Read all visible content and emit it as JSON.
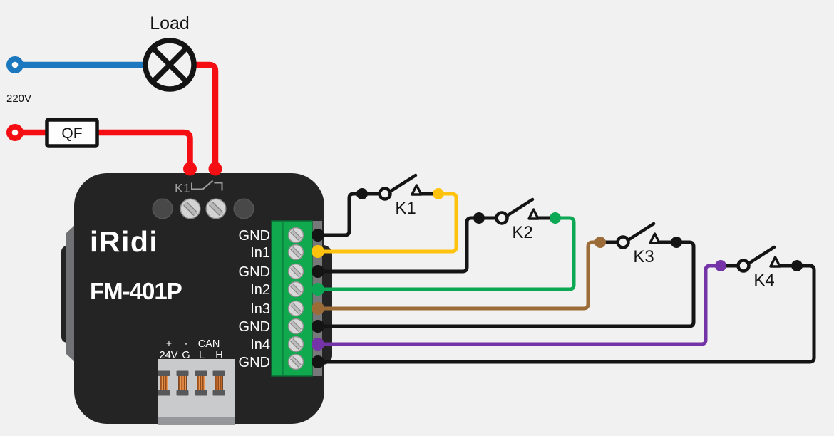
{
  "colors": {
    "black": "#141414",
    "red": "#f40d12",
    "blue": "#1b78bf",
    "yellow": "#ffc20d",
    "green": "#0ca853",
    "brown": "#9c6c38",
    "purple": "#7434a8",
    "terminal_green": "#10a94e",
    "device_body": "#242424"
  },
  "power": {
    "voltage": "220V",
    "load": "Load",
    "breaker": "QF"
  },
  "device": {
    "brand": "iRidi",
    "model": "FM-401P",
    "relay": "K1",
    "io_terminals": [
      "GND",
      "In1",
      "GND",
      "In2",
      "In3",
      "GND",
      "In4",
      "GND"
    ],
    "power_terminals": {
      "plus": "+",
      "minus": "-",
      "can": "CAN",
      "row2": [
        "24V",
        "G",
        "L",
        "H"
      ]
    }
  },
  "switches": [
    {
      "label": "K1"
    },
    {
      "label": "K2"
    },
    {
      "label": "K3"
    },
    {
      "label": "K4"
    }
  ]
}
